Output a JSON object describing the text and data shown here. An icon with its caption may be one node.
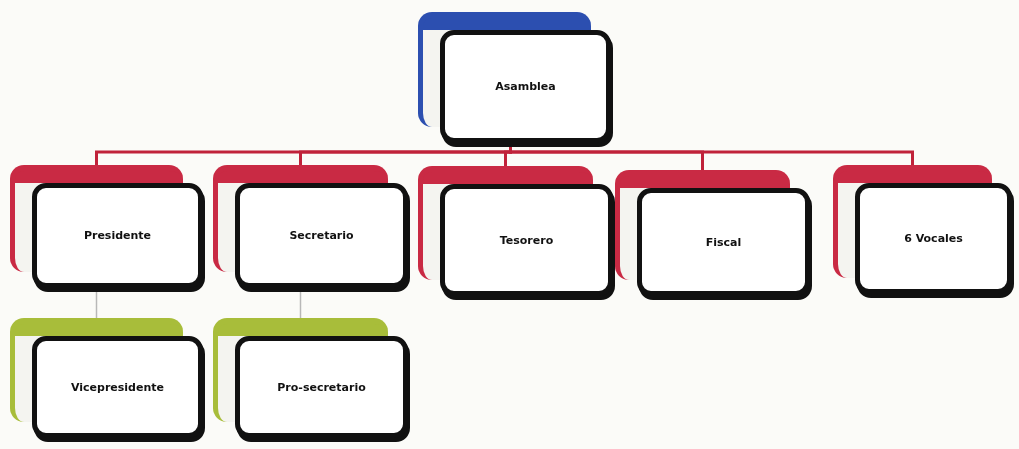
{
  "diagram": {
    "nodes": [
      {
        "text": [
          "Asamblea"
        ]
      },
      {
        "text": [
          "Presidente"
        ]
      },
      {
        "text": [
          "Secretario"
        ]
      },
      {
        "text": [
          "Tesorero"
        ]
      },
      {
        "text": [
          "Fiscal"
        ]
      },
      {
        "text": [
          "6 Vocales"
        ]
      },
      {
        "text": [
          "Vicepresidente"
        ]
      },
      {
        "text": [
          "Pro-secretario"
        ]
      }
    ],
    "edges": [
      {
        "from": 0,
        "to": 1,
        "arrow": "none"
      },
      {
        "from": 0,
        "to": 2,
        "arrow": "none"
      },
      {
        "from": 0,
        "to": 3,
        "arrow": "none"
      },
      {
        "from": 0,
        "to": 4,
        "arrow": "none"
      },
      {
        "from": 0,
        "to": 5,
        "arrow": "none"
      },
      {
        "from": 1,
        "to": 6,
        "arrow": "none",
        "color": "#b8b8b8"
      },
      {
        "from": 2,
        "to": 7,
        "arrow": "none",
        "color": "#b8b8b8"
      }
    ]
  }
}
